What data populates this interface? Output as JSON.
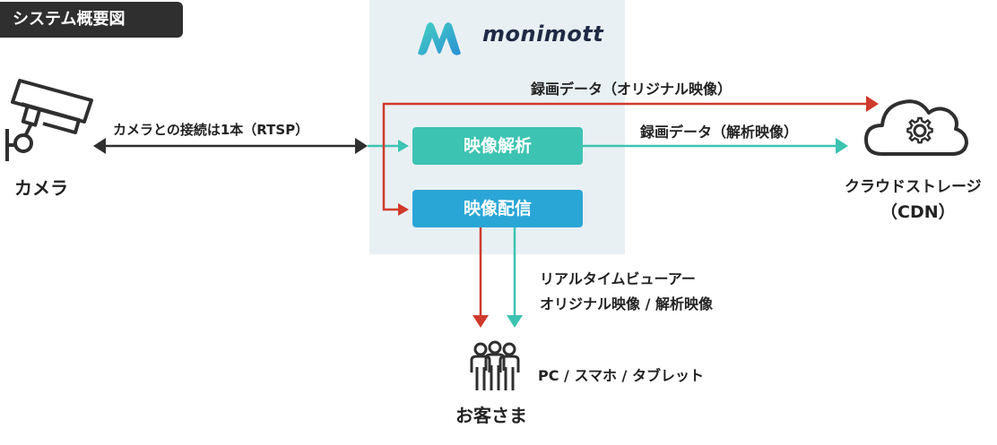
{
  "title": "システム概要図",
  "logo": {
    "name": "monimott"
  },
  "nodes": {
    "camera": "カメラ",
    "analysis": "映像解析",
    "delivery": "映像配信",
    "storage_line1": "クラウドストレージ",
    "storage_line2": "（CDN）",
    "customers": "お客さま"
  },
  "edges": {
    "camera_connection": "カメラとの接続は1本（RTSP）",
    "recorded_original": "録画データ（オリジナル映像）",
    "recorded_analysis": "録画データ（解析映像）",
    "viewer_line1": "リアルタイムビューアー",
    "viewer_line2": "オリジナル映像 / 解析映像",
    "devices": "PC / スマホ / タブレット"
  },
  "colors": {
    "red": "#cf3a2b",
    "teal": "#3cc3b1",
    "dark": "#2f2f2f",
    "panel": "#e9f0f4",
    "analysis_box": "#3cc3b1",
    "delivery_box": "#2aa6d6"
  },
  "icons": [
    "camera-icon",
    "logo-icon",
    "cloud-gear-icon",
    "people-icon"
  ]
}
